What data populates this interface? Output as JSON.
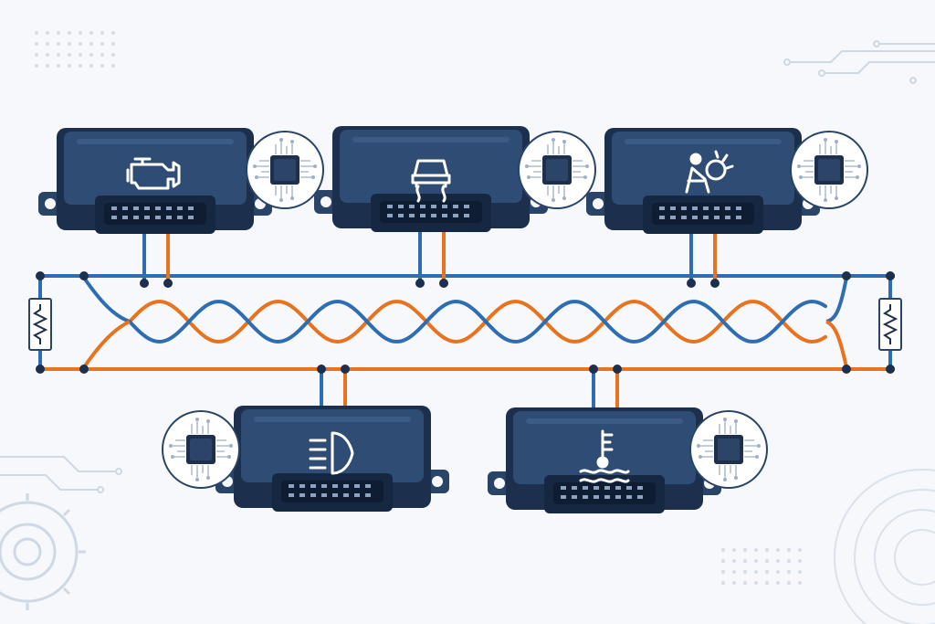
{
  "colors": {
    "background": "#f6f8fb",
    "can_high": "#2f6db3",
    "can_low": "#e8731f",
    "module_body": "#2a4468",
    "module_dark": "#1c2f4c",
    "chip": "#1d2f4a",
    "decoration": "#cfd8e3"
  },
  "bus": {
    "terminators": [
      {
        "side": "left",
        "icon": "resistor-icon"
      },
      {
        "side": "right",
        "icon": "resistor-icon"
      }
    ]
  },
  "modules": [
    {
      "id": "engine",
      "icon": "engine-icon",
      "position": "top",
      "chip": "chip-icon"
    },
    {
      "id": "stability",
      "icon": "traction-control-icon",
      "position": "top",
      "chip": "chip-icon"
    },
    {
      "id": "airbag",
      "icon": "airbag-icon",
      "position": "top",
      "chip": "chip-icon"
    },
    {
      "id": "headlight",
      "icon": "headlight-icon",
      "position": "bottom",
      "chip": "chip-icon"
    },
    {
      "id": "coolant",
      "icon": "coolant-temperature-icon",
      "position": "bottom",
      "chip": "chip-icon"
    }
  ]
}
